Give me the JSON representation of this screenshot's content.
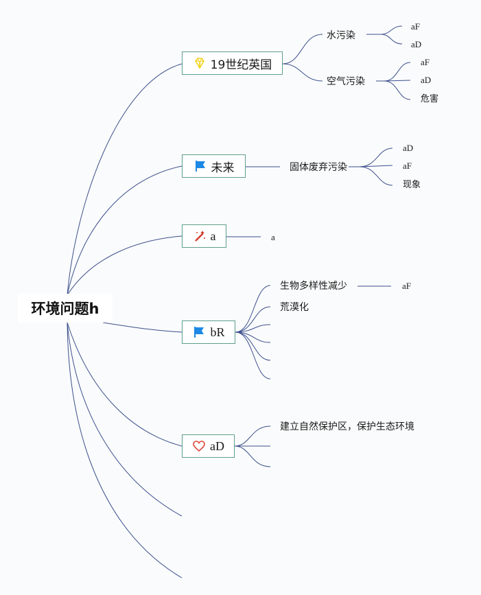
{
  "root": {
    "label": "环境问题h"
  },
  "topics": [
    {
      "label": "19世纪英国",
      "icon": "diamond-icon",
      "children": [
        {
          "label": "水污染",
          "children": [
            "aF",
            "aD"
          ]
        },
        {
          "label": "空气污染",
          "children": [
            "aF",
            "aD",
            "危害"
          ]
        }
      ]
    },
    {
      "label": "未来",
      "icon": "flag-icon",
      "children": [
        {
          "label": "固体废弃污染",
          "children": [
            "aD",
            "aF",
            "现象"
          ]
        }
      ]
    },
    {
      "label": "a",
      "icon": "magic-wand-icon",
      "children": [
        {
          "label": "a",
          "children": []
        }
      ]
    },
    {
      "label": "bR",
      "icon": "flag-icon",
      "children": [
        {
          "label": "生物多样性减少",
          "children": [
            "aF"
          ]
        },
        {
          "label": "荒漠化",
          "children": []
        },
        {
          "label": "",
          "children": []
        },
        {
          "label": "",
          "children": []
        },
        {
          "label": "",
          "children": []
        },
        {
          "label": "",
          "children": []
        }
      ]
    },
    {
      "label": "aD",
      "icon": "heart-icon",
      "children": [
        {
          "label": "建立自然保护区，保护生态环境",
          "children": []
        },
        {
          "label": "",
          "children": []
        },
        {
          "label": "",
          "children": []
        }
      ]
    }
  ],
  "colors": {
    "branch_line": "#3b4f8c",
    "topic_border": "#5d9d8c",
    "flag": "#1e88e5",
    "heart": "#e0453a",
    "diamond": "#f2d21b",
    "wand": "#d23a2a"
  }
}
